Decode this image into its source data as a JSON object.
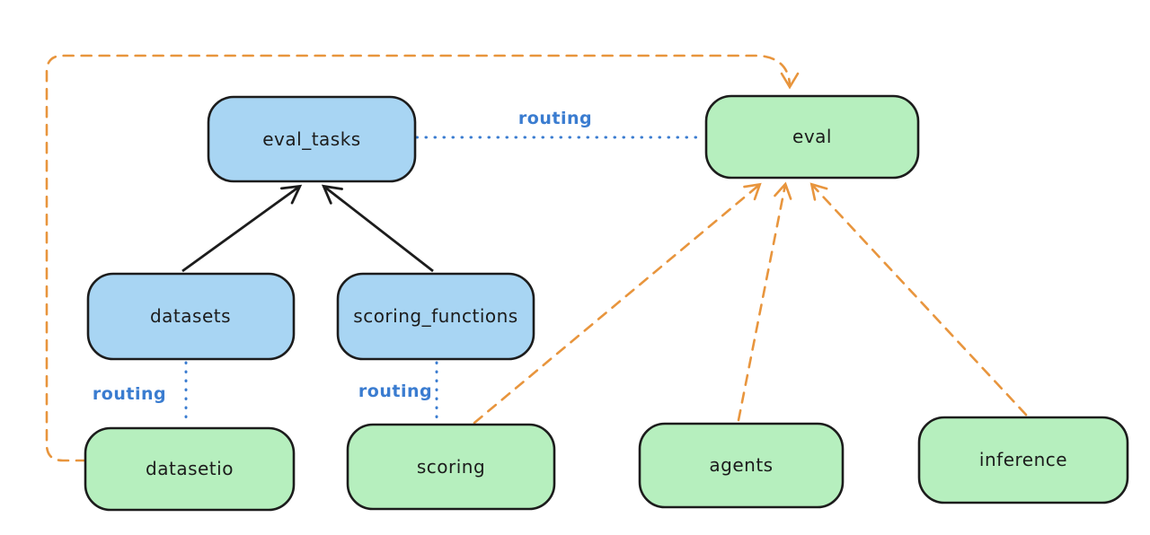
{
  "diagram": {
    "background": "#ffffff",
    "colors": {
      "node_border": "#1c1c1c",
      "blue_node_fill": "#a8d5f3",
      "green_node_fill": "#b6efbe",
      "black_edge": "#1c1c1c",
      "orange_dashed_edge": "#e8953d",
      "routing_blue": "#3a7cd0",
      "node_text": "#1c1c1c"
    },
    "nodes": [
      {
        "id": "eval_tasks",
        "label": "eval_tasks",
        "fill": "#a8d5f3"
      },
      {
        "id": "eval",
        "label": "eval",
        "fill": "#b6efbe"
      },
      {
        "id": "datasets",
        "label": "datasets",
        "fill": "#a8d5f3"
      },
      {
        "id": "scoring_functions",
        "label": "scoring_functions",
        "fill": "#a8d5f3"
      },
      {
        "id": "datasetio",
        "label": "datasetio",
        "fill": "#b6efbe"
      },
      {
        "id": "scoring",
        "label": "scoring",
        "fill": "#b6efbe"
      },
      {
        "id": "agents",
        "label": "agents",
        "fill": "#b6efbe"
      },
      {
        "id": "inference",
        "label": "inference",
        "fill": "#b6efbe"
      }
    ],
    "edge_labels": [
      {
        "id": "routing-eval-tasks-eval",
        "text": "routing"
      },
      {
        "id": "routing-datasets-datasetio",
        "text": "routing"
      },
      {
        "id": "routing-scoring-functions-scoring",
        "text": "routing"
      }
    ],
    "edges": [
      {
        "from": "datasets",
        "to": "eval_tasks",
        "style": "solid-black-arrow"
      },
      {
        "from": "scoring_functions",
        "to": "eval_tasks",
        "style": "solid-black-arrow"
      },
      {
        "from": "datasetio",
        "to": "eval",
        "style": "dashed-orange-arrow"
      },
      {
        "from": "scoring",
        "to": "eval",
        "style": "dashed-orange-arrow"
      },
      {
        "from": "agents",
        "to": "eval",
        "style": "dashed-orange-arrow"
      },
      {
        "from": "inference",
        "to": "eval",
        "style": "dashed-orange-arrow"
      },
      {
        "from": "eval_tasks",
        "to": "eval",
        "style": "dotted-blue",
        "label": "routing"
      },
      {
        "from": "datasets",
        "to": "datasetio",
        "style": "dotted-blue",
        "label": "routing"
      },
      {
        "from": "scoring_functions",
        "to": "scoring",
        "style": "dotted-blue",
        "label": "routing"
      }
    ]
  }
}
